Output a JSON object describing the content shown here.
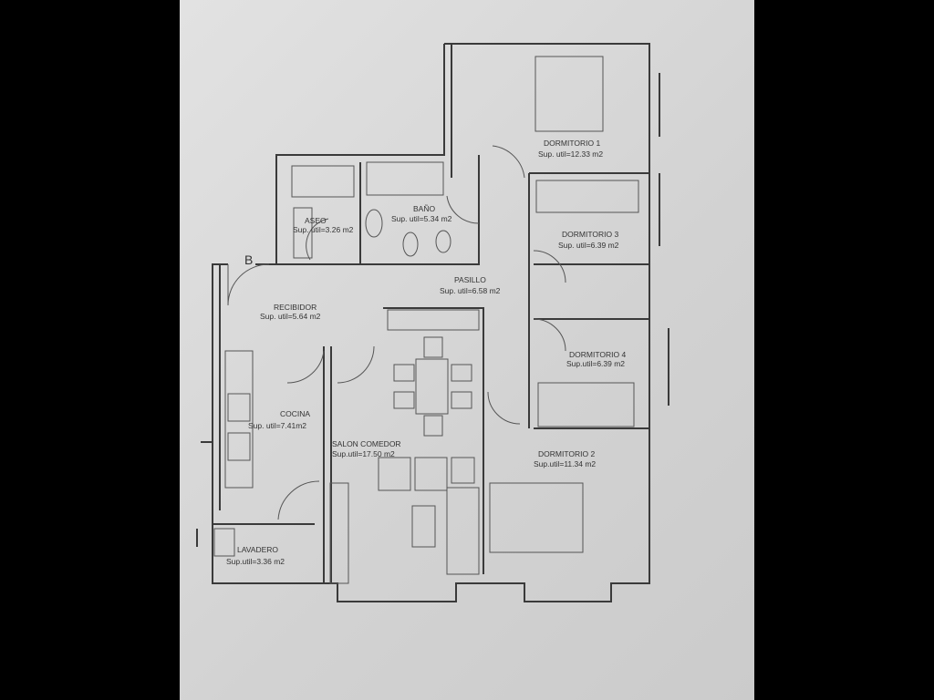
{
  "plan": {
    "section_letter": "B",
    "rooms": [
      {
        "name": "DORMITORIO 1",
        "area": "Sup. util=12.33 m2"
      },
      {
        "name": "ASEO",
        "area": "Sup. util=3.26 m2"
      },
      {
        "name": "BAÑO",
        "area": "Sup. util=5.34 m2"
      },
      {
        "name": "DORMITORIO 3",
        "area": "Sup. util=6.39 m2"
      },
      {
        "name": "PASILLO",
        "area": "Sup. util=6.58 m2"
      },
      {
        "name": "RECIBIDOR",
        "area": "Sup. util=5.64 m2"
      },
      {
        "name": "DORMITORIO 4",
        "area": "Sup.util=6.39 m2"
      },
      {
        "name": "COCINA",
        "area": "Sup. util=7.41m2"
      },
      {
        "name": "SALON COMEDOR",
        "area": "Sup.util=17.50 m2"
      },
      {
        "name": "DORMITORIO 2",
        "area": "Sup.util=11.34 m2"
      },
      {
        "name": "LAVADERO",
        "area": "Sup.util=3.36 m2"
      }
    ]
  }
}
